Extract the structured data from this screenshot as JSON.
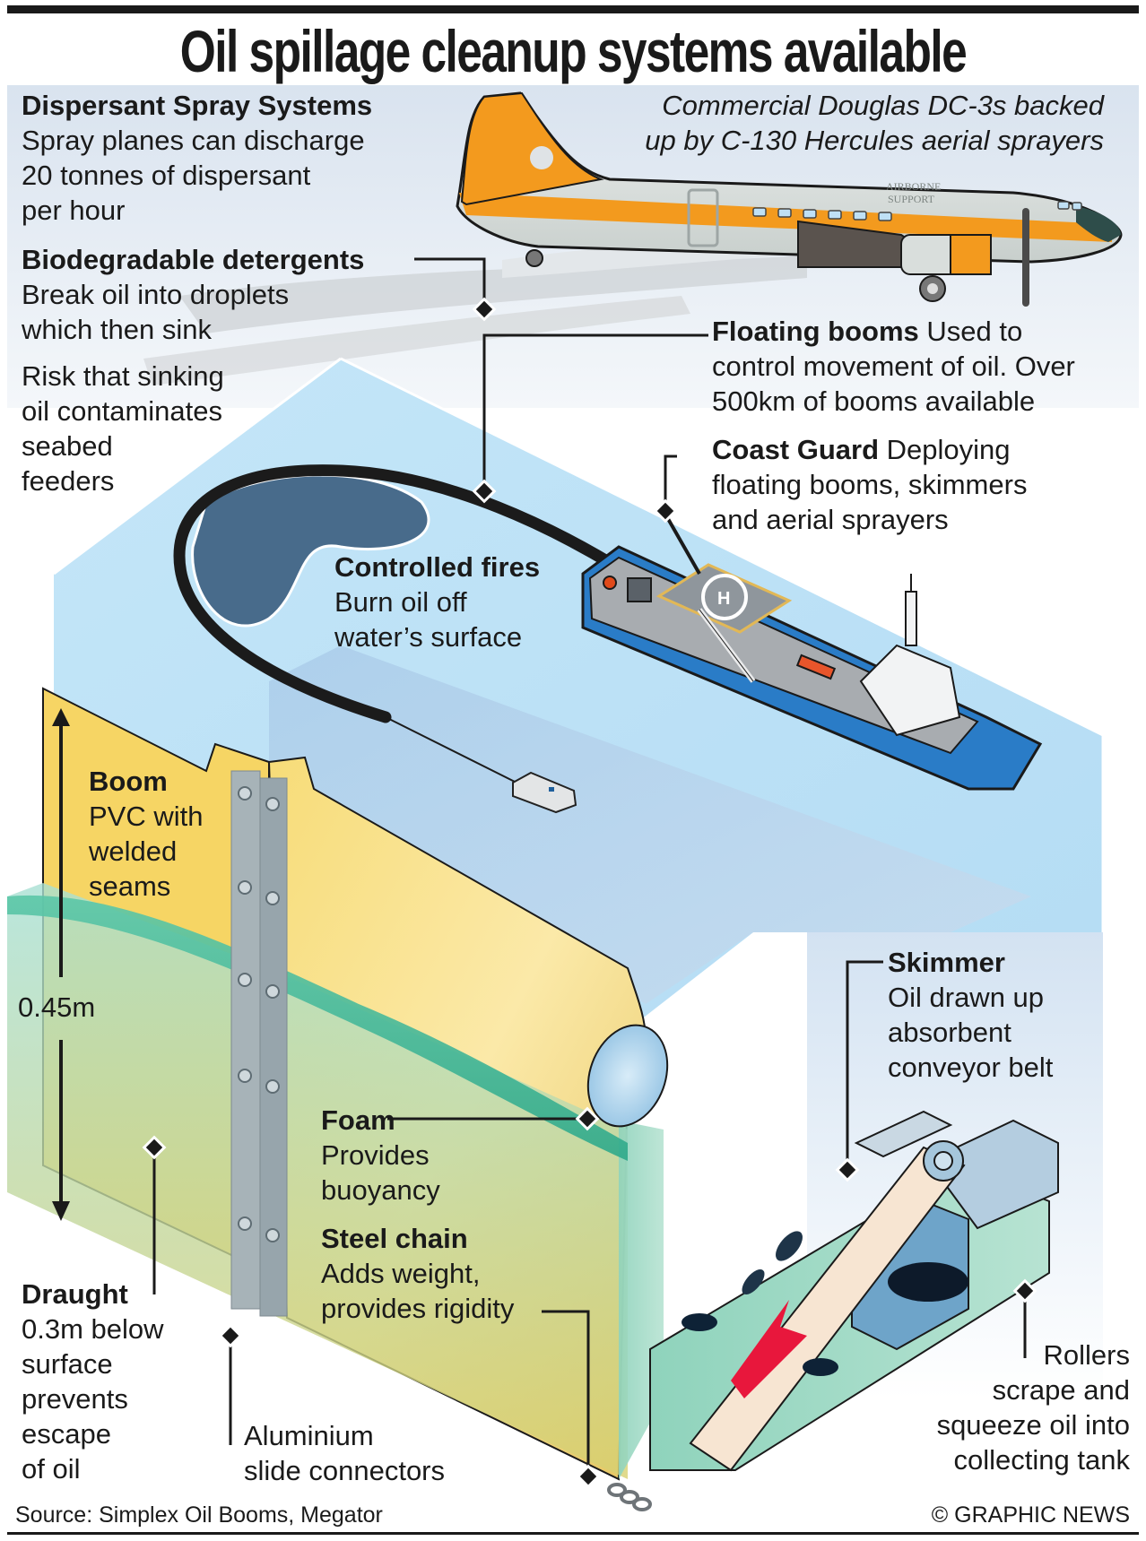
{
  "title": "Oil spillage cleanup systems available",
  "colors": {
    "sky": "#dde6f0",
    "water_surface": "#bde3f7",
    "water_deep": "#9fc5e8",
    "oil_slick": "#4a6d8c",
    "boom_yellow": "#f5d66a",
    "plane_orange": "#f39a1e",
    "plane_silver": "#d9dedc",
    "ship_blue": "#2a7cc7",
    "underwater_green": "#8fd0b8",
    "skimmer_arrow": "#e8173c"
  },
  "icons": {
    "pointer": "diamond-pointer-icon",
    "plane": "dc3-plane-icon",
    "ship": "coast-guard-ship-icon",
    "small_boat": "small-boat-icon",
    "skimmer": "skimmer-icon",
    "boom": "boom-section-icon",
    "chain": "steel-chain-icon",
    "arrow": "measurement-arrow-icon"
  },
  "labels": {
    "dispersant": {
      "heading": "Dispersant Spray Systems",
      "lines": [
        "Spray planes can discharge",
        "20 tonnes of dispersant",
        "per hour"
      ]
    },
    "plane_caption": {
      "lines": [
        "Commercial Douglas DC-3s backed",
        "up by C-130 Hercules aerial sprayers"
      ]
    },
    "plane_livery": {
      "line1": "AIRBORNE",
      "line2": "SUPPORT"
    },
    "detergents": {
      "heading": "Biodegradable detergents",
      "lines": [
        "Break oil into droplets",
        "which then sink"
      ]
    },
    "risk": {
      "lines": [
        "Risk that sinking",
        "oil contaminates",
        "seabed",
        "feeders"
      ]
    },
    "floating_booms": {
      "heading": "Floating booms",
      "first_line_rest": " Used to",
      "lines": [
        "control movement of oil. Over",
        "500km of booms available"
      ]
    },
    "coast_guard": {
      "heading": "Coast Guard",
      "first_line_rest": " Deploying",
      "lines": [
        "floating booms, skimmers",
        "and aerial sprayers"
      ]
    },
    "controlled_fires": {
      "heading": "Controlled fires",
      "lines": [
        "Burn oil off",
        "water’s surface"
      ]
    },
    "boom": {
      "heading": "Boom",
      "lines": [
        "PVC with",
        "welded",
        "seams"
      ]
    },
    "height": "0.45m",
    "skimmer": {
      "heading": "Skimmer",
      "lines": [
        "Oil drawn up",
        "absorbent",
        "conveyor belt"
      ]
    },
    "foam": {
      "heading": "Foam",
      "lines": [
        "Provides",
        "buoyancy"
      ]
    },
    "steel_chain": {
      "heading": "Steel chain",
      "lines": [
        "Adds weight,",
        "provides rigidity"
      ]
    },
    "draught": {
      "heading": "Draught",
      "lines": [
        "0.3m below",
        "surface",
        "prevents",
        "escape",
        "of oil"
      ]
    },
    "connectors": {
      "lines": [
        "Aluminium",
        "slide connectors"
      ]
    },
    "rollers": {
      "lines": [
        "Rollers",
        "scrape and",
        "squeeze oil into",
        "collecting tank"
      ]
    }
  },
  "footer": {
    "source": "Source: Simplex Oil Booms, Megator",
    "credit": "© GRAPHIC NEWS"
  }
}
